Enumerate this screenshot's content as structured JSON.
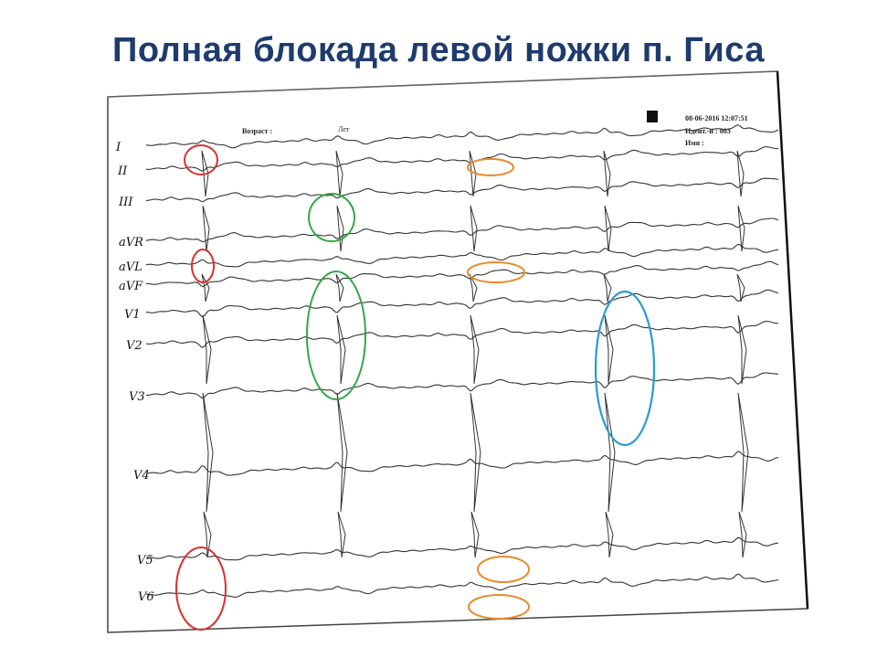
{
  "slide": {
    "title": "Полная блокада левой ножки п. Гиса"
  },
  "ecg_header": {
    "age_label": "Возраст :",
    "years_label": "Лет",
    "date_time": "08-06-2016  12:07:51",
    "id_label": "Идент.-и  :  003",
    "name_label": "Имя :"
  },
  "leads": [
    "I",
    "II",
    "III",
    "aVR",
    "aVL",
    "aVF",
    "V1",
    "V2",
    "V3",
    "V4",
    "V5",
    "V6"
  ],
  "annotation_colors": {
    "red": "#d9302c",
    "green": "#33a844",
    "orange": "#e98a2c",
    "blue": "#2a9bd1"
  },
  "colors": {
    "title": "#1f3b6e",
    "trace": "#333333"
  }
}
